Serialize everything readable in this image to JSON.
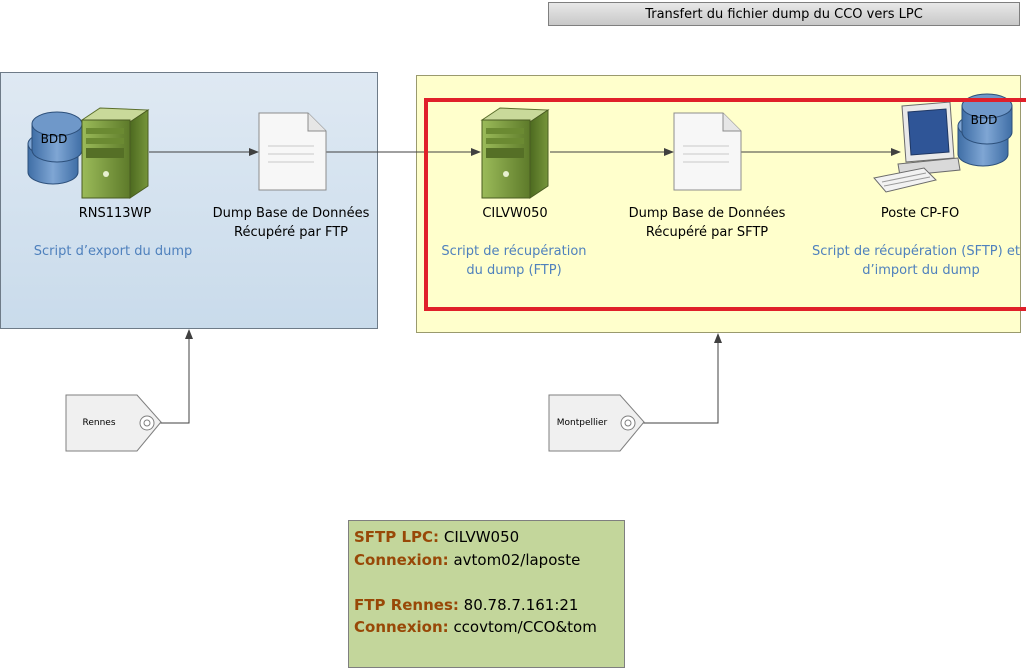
{
  "header": {
    "title": "Transfert du fichier dump du CCO vers LPC"
  },
  "rennes_site": {
    "db_label": "BDD",
    "server_name": "RNS113WP",
    "server_script": "Script d’export du dump",
    "dump_line1": "Dump Base de Données",
    "dump_line2": "Récupéré par FTP"
  },
  "montpellier_site": {
    "server_name": "CILVW050",
    "server_script_line1": "Script de récupération",
    "server_script_line2": "du dump (FTP)",
    "dump_line1": "Dump Base de Données",
    "dump_line2": "Récupéré par SFTP",
    "workstation_name": "Poste CP-FO",
    "workstation_script_line1": "Script de récupération (SFTP) et",
    "workstation_script_line2": "d’import du dump",
    "db_label": "BDD"
  },
  "location_tags": {
    "rennes": "Rennes",
    "montpellier": "Montpellier"
  },
  "connection_info": {
    "sftp_key": "SFTP LPC:",
    "sftp_value": "CILVW050",
    "sftp_conn_key": "Connexion:",
    "sftp_conn_value": "avtom02/laposte",
    "ftp_key": "FTP Rennes:",
    "ftp_value": "80.78.7.161:21",
    "ftp_conn_key": "Connexion:",
    "ftp_conn_value": "ccovtom/CCO&tom"
  },
  "colors": {
    "red_frame": "#e0202a",
    "info_box": "#c3d69b",
    "info_key": "#984807",
    "subtitle_blue": "#4f81bd"
  }
}
